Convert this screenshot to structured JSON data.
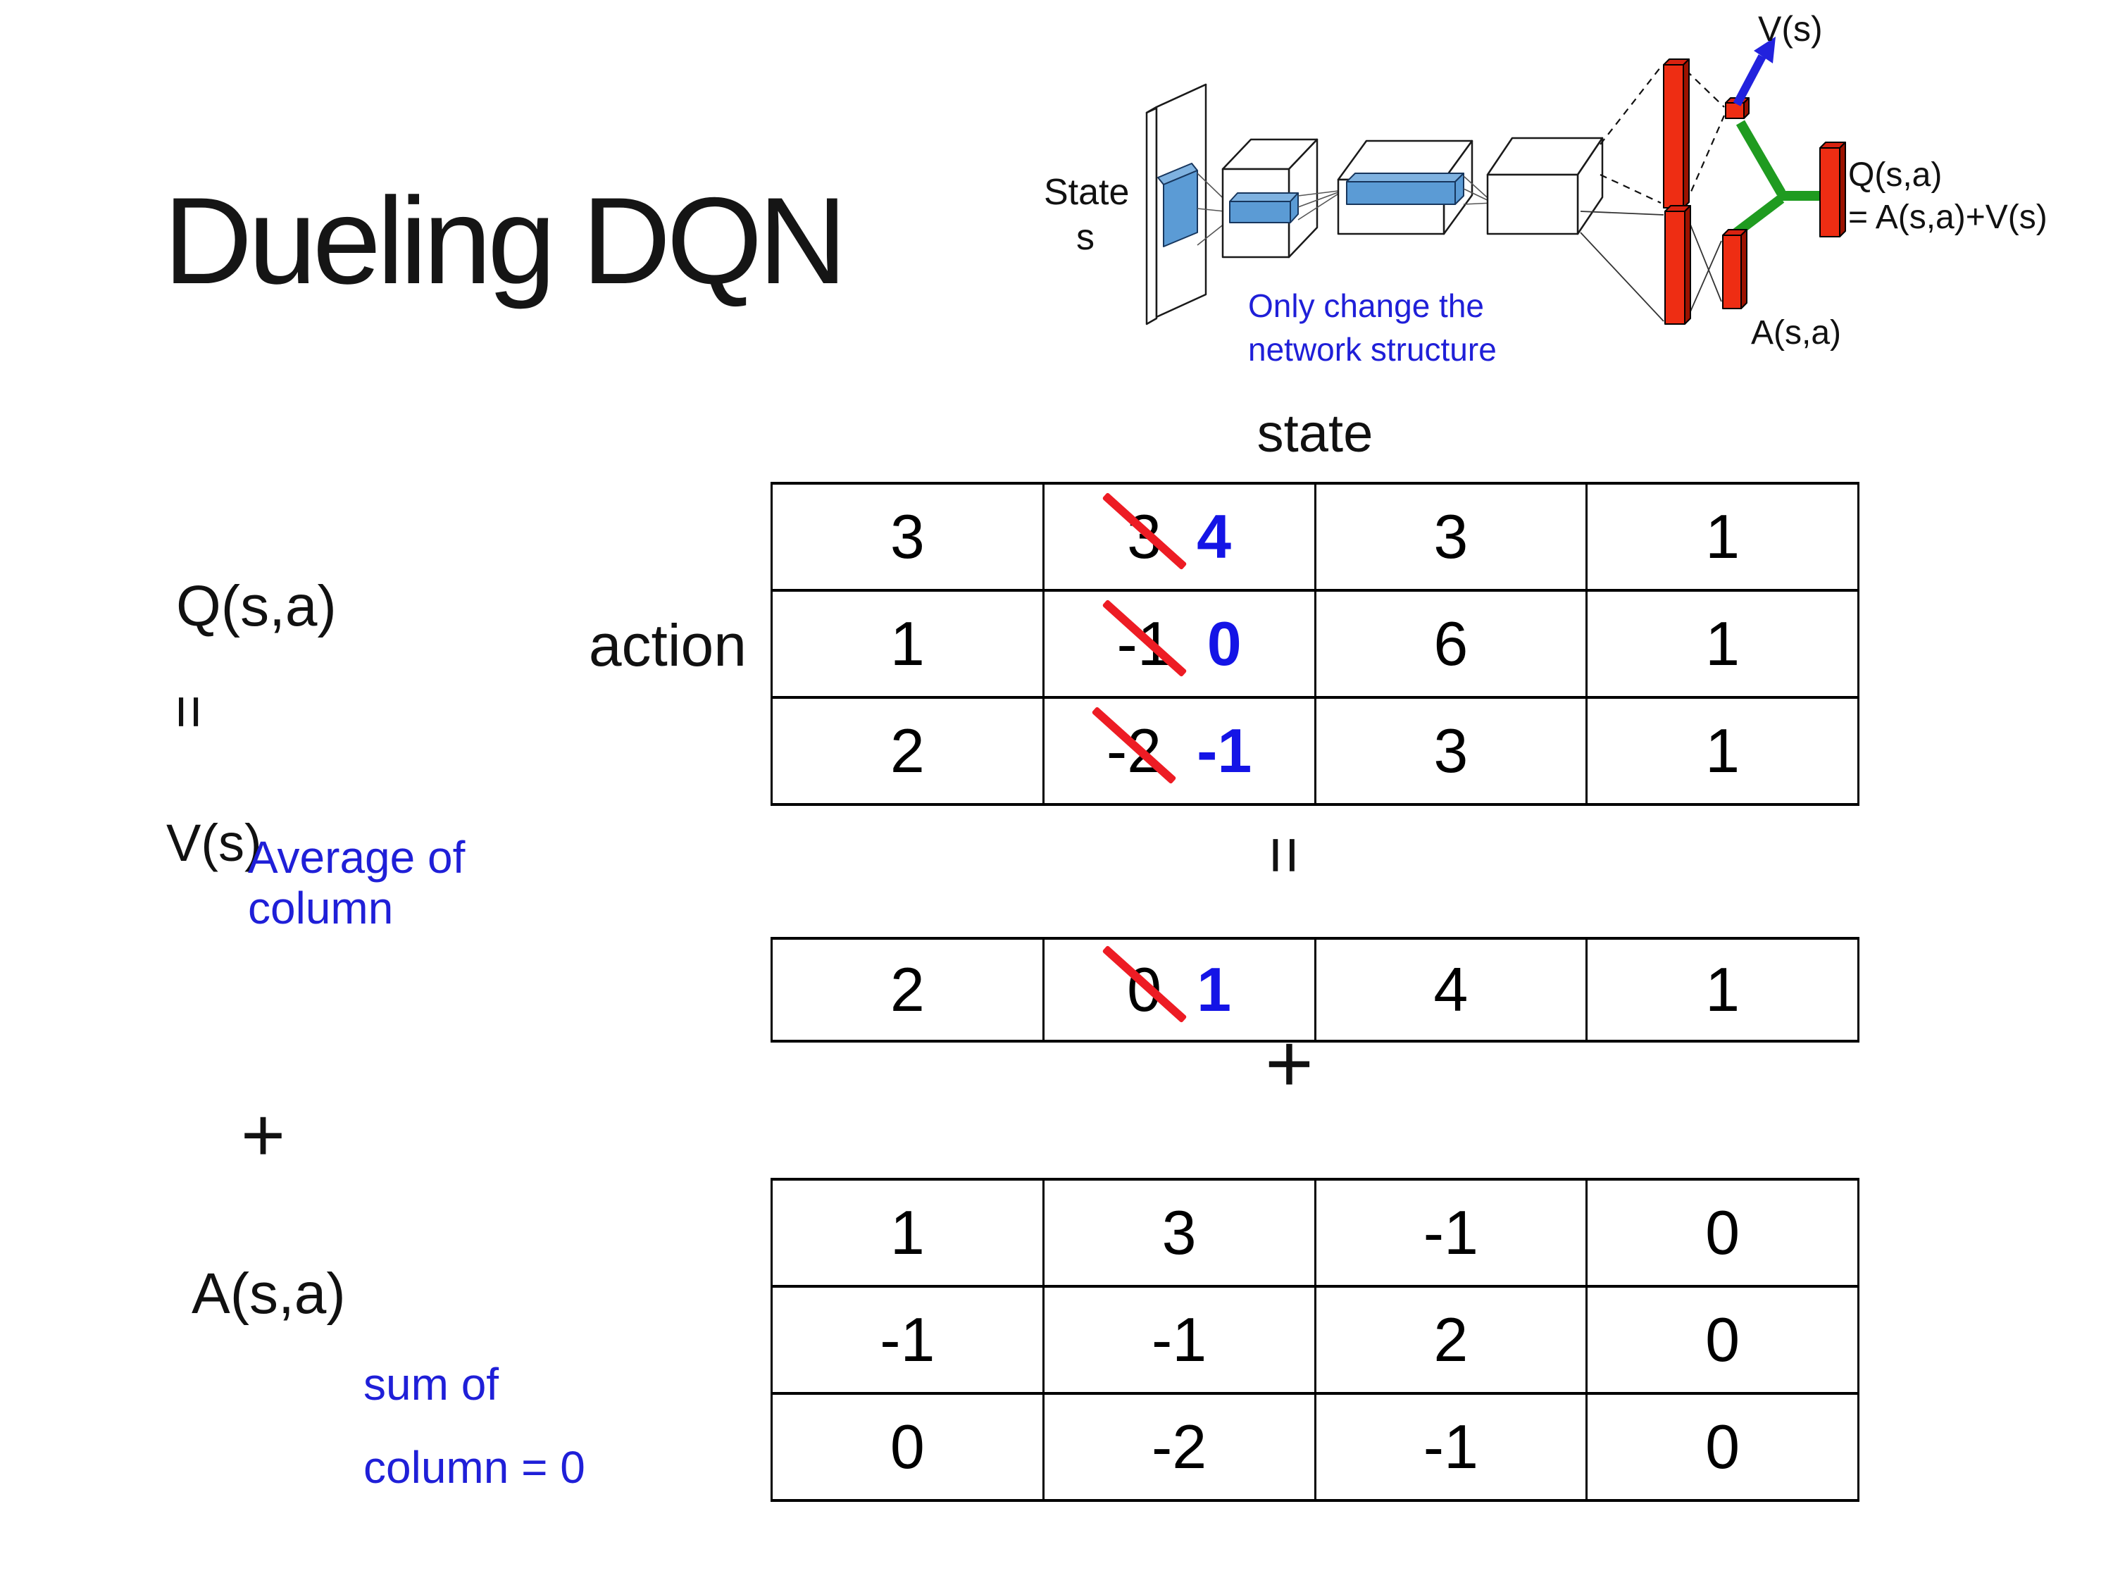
{
  "colors": {
    "red": "#EE2D13",
    "red_top": "#D82210",
    "red_side": "#9C1200",
    "green": "#1F9B20",
    "arrow_blue": "#2222DD",
    "box_blue": "#5B9BD5",
    "note_blue": "#1F1FD8",
    "strike_red": "#ED1C24",
    "value_blue": "#1414E6"
  },
  "title": "Dueling DQN",
  "diagram": {
    "state_line1": "State",
    "state_line2": "s",
    "note_line1": "Only change the",
    "note_line2": "network structure",
    "v_out_label": "V(s)",
    "q_out_label_line1": "Q(s,a)",
    "q_out_label_line2": "= A(s,a)+V(s)",
    "a_out_label": "A(s,a)"
  },
  "labels": {
    "q": "Q(s,a)",
    "equals_left": "=",
    "v": "V(s)",
    "plus_left": "+",
    "a": "A(s,a)",
    "action": "action",
    "state": "state",
    "equals_mid": "=",
    "plus_mid": "+",
    "avg_line1": "Average of",
    "avg_line2": "column",
    "sum_line1": "sum of",
    "sum_line2": "column = 0"
  },
  "q_table": {
    "rows": [
      [
        {
          "v": "3"
        },
        {
          "old": "3",
          "new": "4"
        },
        {
          "v": "3"
        },
        {
          "v": "1"
        }
      ],
      [
        {
          "v": "1"
        },
        {
          "old": "-1",
          "new": "0"
        },
        {
          "v": "6"
        },
        {
          "v": "1"
        }
      ],
      [
        {
          "v": "2"
        },
        {
          "old": "-2",
          "new": "-1"
        },
        {
          "v": "3"
        },
        {
          "v": "1"
        }
      ]
    ]
  },
  "v_row": {
    "cells": [
      {
        "v": "2"
      },
      {
        "old": "0",
        "new": "1"
      },
      {
        "v": "4"
      },
      {
        "v": "1"
      }
    ]
  },
  "a_table": {
    "rows": [
      [
        {
          "v": "1"
        },
        {
          "v": "3"
        },
        {
          "v": "-1"
        },
        {
          "v": "0"
        }
      ],
      [
        {
          "v": "-1"
        },
        {
          "v": "-1"
        },
        {
          "v": "2"
        },
        {
          "v": "0"
        }
      ],
      [
        {
          "v": "0"
        },
        {
          "v": "-2"
        },
        {
          "v": "-1"
        },
        {
          "v": "0"
        }
      ]
    ]
  }
}
